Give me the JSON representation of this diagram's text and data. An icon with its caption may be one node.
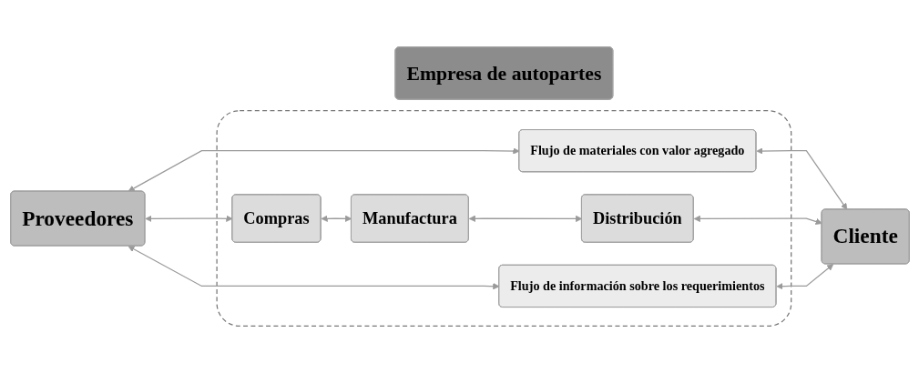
{
  "diagram": {
    "nodes": [
      {
        "text": [
          "Empresa de autopartes"
        ]
      },
      {
        "text": [],
        "shape": "box"
      },
      {
        "text": [
          "Flujo de materiales con valor agregado"
        ],
        "in": 1
      },
      {
        "text": [
          "Proveedores"
        ]
      },
      {
        "text": [
          "Compras"
        ],
        "in": 1
      },
      {
        "text": [
          "Manufactura"
        ],
        "in": 1
      },
      {
        "text": [
          "Distribución"
        ],
        "in": 1
      },
      {
        "text": [
          "Cliente"
        ]
      },
      {
        "text": [
          "Flujo de información sobre los requerimientos"
        ],
        "in": 1
      }
    ],
    "edges": [
      {
        "from": 3,
        "to": 2,
        "arrow": "both"
      },
      {
        "from": 2,
        "to": 7,
        "arrow": "both"
      },
      {
        "from": 3,
        "to": 4,
        "arrow": "both"
      },
      {
        "from": 4,
        "to": 5,
        "arrow": "both"
      },
      {
        "from": 5,
        "to": 6,
        "arrow": "both"
      },
      {
        "from": 6,
        "to": 7,
        "arrow": "both"
      },
      {
        "from": 3,
        "to": 8,
        "arrow": "both"
      },
      {
        "from": 8,
        "to": 7,
        "arrow": "both"
      }
    ]
  }
}
